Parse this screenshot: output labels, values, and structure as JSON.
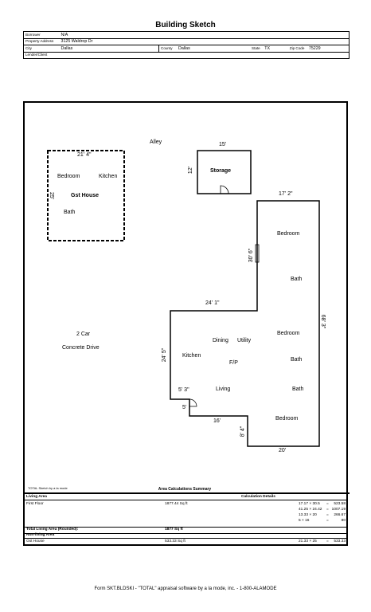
{
  "title": "Building Sketch",
  "header": {
    "borrower_label": "Borrower",
    "borrower": "N/A",
    "property_address_label": "Property Address",
    "property_address": "3125 Waldrop Dr",
    "city_label": "City",
    "city": "Dallas",
    "county_label": "County",
    "county": "Dallas",
    "state_label": "State",
    "state": "TX",
    "zip_label": "Zip Code",
    "zip": "75229",
    "lender_label": "Lender/Client",
    "lender": ""
  },
  "sketch": {
    "alley": "Alley",
    "gst": {
      "width": "21' 4\"",
      "depth": "25'",
      "bedroom": "Bedroom",
      "kitchen": "Kitchen",
      "name": "Gst House",
      "bath": "Bath"
    },
    "storage": {
      "width": "15'",
      "depth": "12'",
      "name": "Storage"
    },
    "drive1": "2 Car",
    "drive2": "Concrete Drive",
    "house": {
      "dim_top": "17' 2\"",
      "dim_right_upper": "30' 6\"",
      "dim_mid": "24' 1\"",
      "dim_right": "68' 3\"",
      "dim_left": "24' 5\"",
      "dim_notch_w": "5' 3\"",
      "dim_notch_h": "5'",
      "dim_bottom_mid": "16'",
      "dim_bottom_step": "8' 4\"",
      "dim_bottom": "20'",
      "bedroom1": "Bedroom",
      "bath1": "Bath",
      "bedroom2": "Bedroom",
      "dining": "Dining",
      "utility": "Utility",
      "kitchen": "Kitchen",
      "fp": "F/P",
      "bath2": "Bath",
      "living": "Living",
      "bath3": "Bath",
      "bedroom3": "Bedroom"
    },
    "total_sketch": "TOTAL Sketch by a la mode"
  },
  "calc": {
    "summary_title": "Area Calculations Summary",
    "living_area": "Living Area",
    "calc_details": "Calculation Details",
    "first_floor": "First Floor",
    "first_floor_value": "1877.44 Sq ft",
    "rows": [
      {
        "expr": "17.17 × 30.5",
        "eq": "=",
        "val": "523.58"
      },
      {
        "expr": "41.25 × 24.42",
        "eq": "=",
        "val": "1007.19"
      },
      {
        "expr": "13.33 × 20",
        "eq": "=",
        "val": "266.67"
      },
      {
        "expr": "5 × 16",
        "eq": "=",
        "val": "80"
      }
    ],
    "total_label": "Total Living Area (Rounded):",
    "total_value": "1877 Sq ft",
    "non_living": "Non-living Area",
    "gst_house": "Gst House",
    "gst_value": "533.33 Sq ft",
    "gst_expr": "21.33 × 25",
    "gst_eq": "=",
    "gst_result": "533.33"
  },
  "footer": "Form SKT.BLDSKI - \"TOTAL\" appraisal software by a la mode, inc. - 1-800-ALAMODE"
}
